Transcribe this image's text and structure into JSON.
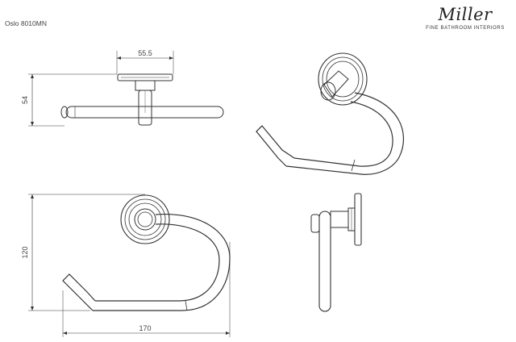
{
  "header": {
    "model_code": "Oslo 8010MN"
  },
  "brand": {
    "logo_script": "Miller",
    "tagline": "FINE BATHROOM INTERIORS"
  },
  "dimensions": {
    "top_view_width": "55.5",
    "top_view_height": "54",
    "front_view_height": "120",
    "front_view_width": "170"
  },
  "colors": {
    "line": "#333333",
    "background": "#ffffff"
  }
}
